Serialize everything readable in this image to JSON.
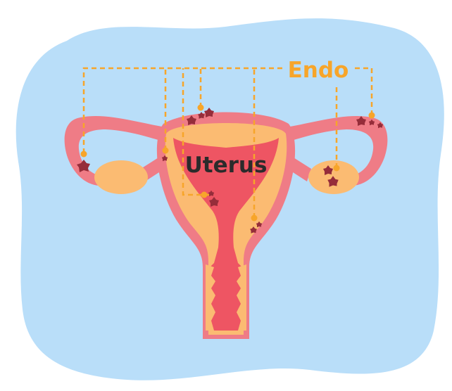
{
  "labels": {
    "endo": "Endo",
    "uterus": "Uterus"
  },
  "colors": {
    "background_blob": "#b9def9",
    "tube_and_outer": "#ef7c86",
    "inner_wall": "#fbbb72",
    "cavity": "#ee5563",
    "lesion": "#962d3a",
    "callout": "#f7a52a",
    "text_dark": "#2b2b2b"
  },
  "icons": {
    "lesion_marks": "endometriosis-lesion-icon",
    "callout_dots": "callout-dot"
  }
}
